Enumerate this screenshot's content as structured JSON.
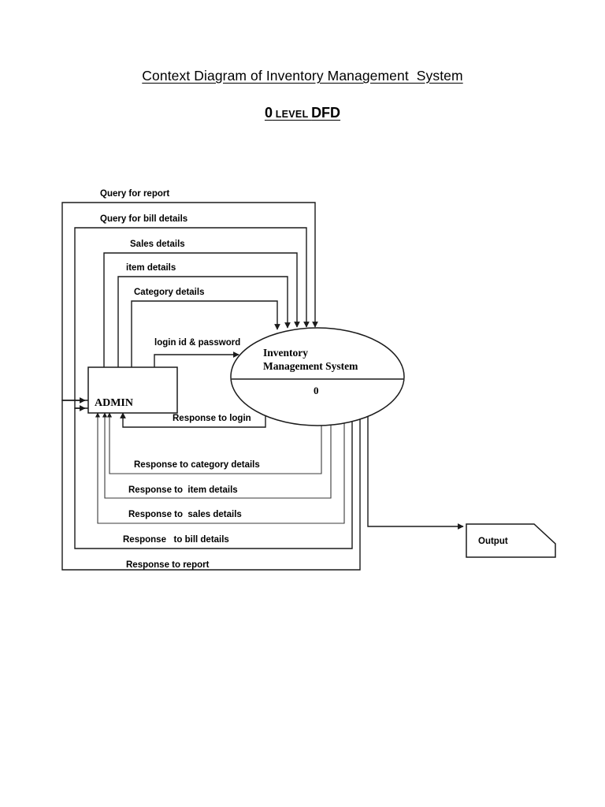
{
  "document": {
    "title": "Context Diagram of Inventory Management  System",
    "subtitle_big_prefix": "0",
    "subtitle_small": " LEVEL ",
    "subtitle_big_suffix": "DFD"
  },
  "entities": {
    "external_entity": {
      "label": "ADMIN"
    },
    "process": {
      "name_line1": "Inventory",
      "name_line2": "Management  System",
      "number": "0"
    },
    "output_store": {
      "label": "Output"
    }
  },
  "inbound_flows": [
    {
      "label": "Query for report"
    },
    {
      "label": "Query for bill details"
    },
    {
      "label": "Sales details"
    },
    {
      "label": "item details"
    },
    {
      "label": "Category details"
    },
    {
      "label": "login id & password"
    }
  ],
  "outbound_flows": [
    {
      "label": "Response to login"
    },
    {
      "label": "Response to category details"
    },
    {
      "label": "Response to  item details"
    },
    {
      "label": "Response to  sales details"
    },
    {
      "label": "Response   to bill details"
    },
    {
      "label": "Response to report"
    }
  ],
  "colors": {
    "stroke": "#1a1a1a",
    "background": "#ffffff",
    "text": "#000000"
  },
  "chart_data": {
    "type": "diagram",
    "diagram_kind": "data-flow-diagram-level-0",
    "nodes": [
      {
        "id": "admin",
        "kind": "external-entity",
        "label": "ADMIN"
      },
      {
        "id": "process0",
        "kind": "process",
        "label": "Inventory Management  System",
        "number": "0"
      },
      {
        "id": "output",
        "kind": "data-store-output",
        "label": "Output"
      }
    ],
    "edges": [
      {
        "from": "admin",
        "to": "process0",
        "label": "Query for report"
      },
      {
        "from": "admin",
        "to": "process0",
        "label": "Query for bill details"
      },
      {
        "from": "admin",
        "to": "process0",
        "label": "Sales details"
      },
      {
        "from": "admin",
        "to": "process0",
        "label": "item details"
      },
      {
        "from": "admin",
        "to": "process0",
        "label": "Category details"
      },
      {
        "from": "admin",
        "to": "process0",
        "label": "login id & password"
      },
      {
        "from": "process0",
        "to": "admin",
        "label": "Response to login"
      },
      {
        "from": "process0",
        "to": "admin",
        "label": "Response to category details"
      },
      {
        "from": "process0",
        "to": "admin",
        "label": "Response to  item details"
      },
      {
        "from": "process0",
        "to": "admin",
        "label": "Response to  sales details"
      },
      {
        "from": "process0",
        "to": "admin",
        "label": "Response   to bill details"
      },
      {
        "from": "process0",
        "to": "admin",
        "label": "Response to report"
      },
      {
        "from": "process0",
        "to": "output",
        "label": ""
      }
    ]
  }
}
